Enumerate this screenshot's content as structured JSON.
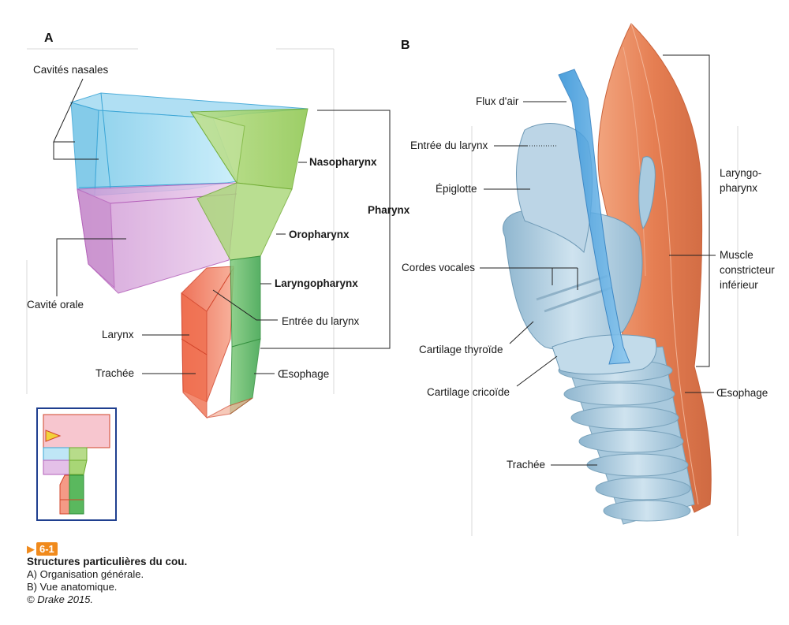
{
  "panels": {
    "a": "A",
    "b": "B"
  },
  "labels_a": {
    "nasal": "Cavités nasales",
    "oral": "Cavité orale",
    "nasopharynx": "Nasopharynx",
    "oropharynx": "Oropharynx",
    "laryngopharynx": "Laryngopharynx",
    "pharynx": "Pharynx",
    "entree": "Entrée du larynx",
    "larynx": "Larynx",
    "trachee": "Trachée",
    "oesophage": "Œsophage"
  },
  "labels_b": {
    "flux": "Flux d'air",
    "entree": "Entrée du larynx",
    "epiglotte": "Épiglotte",
    "cordes": "Cordes vocales",
    "thyroide": "Cartilage thyroïde",
    "cricoide": "Cartilage cricoïde",
    "trachee": "Trachée",
    "laryngo_1": "Laryngo-",
    "laryngo_2": "pharynx",
    "muscle_1": "Muscle",
    "muscle_2": "constricteur",
    "muscle_3": "inférieur",
    "oesophage": "Œsophage"
  },
  "caption": {
    "number": "6-1",
    "title": "Structures particulières du cou.",
    "line_a": "A) Organisation générale.",
    "line_b": "B) Vue anatomique.",
    "credit": "© Drake 2015."
  },
  "colors": {
    "nasal_blue": "#8fd3ee",
    "pharynx_green": "#9bcf5a",
    "oral_purple": "#d7a8dc",
    "larynx_red": "#ef6a45",
    "esophagus_green": "#4fb25a",
    "muscle_orange": "#e98a5e",
    "cartilage_blue": "#a9cbe0",
    "caption_orange": "#f08a1c",
    "inset_frame": "#1f3f8f"
  }
}
